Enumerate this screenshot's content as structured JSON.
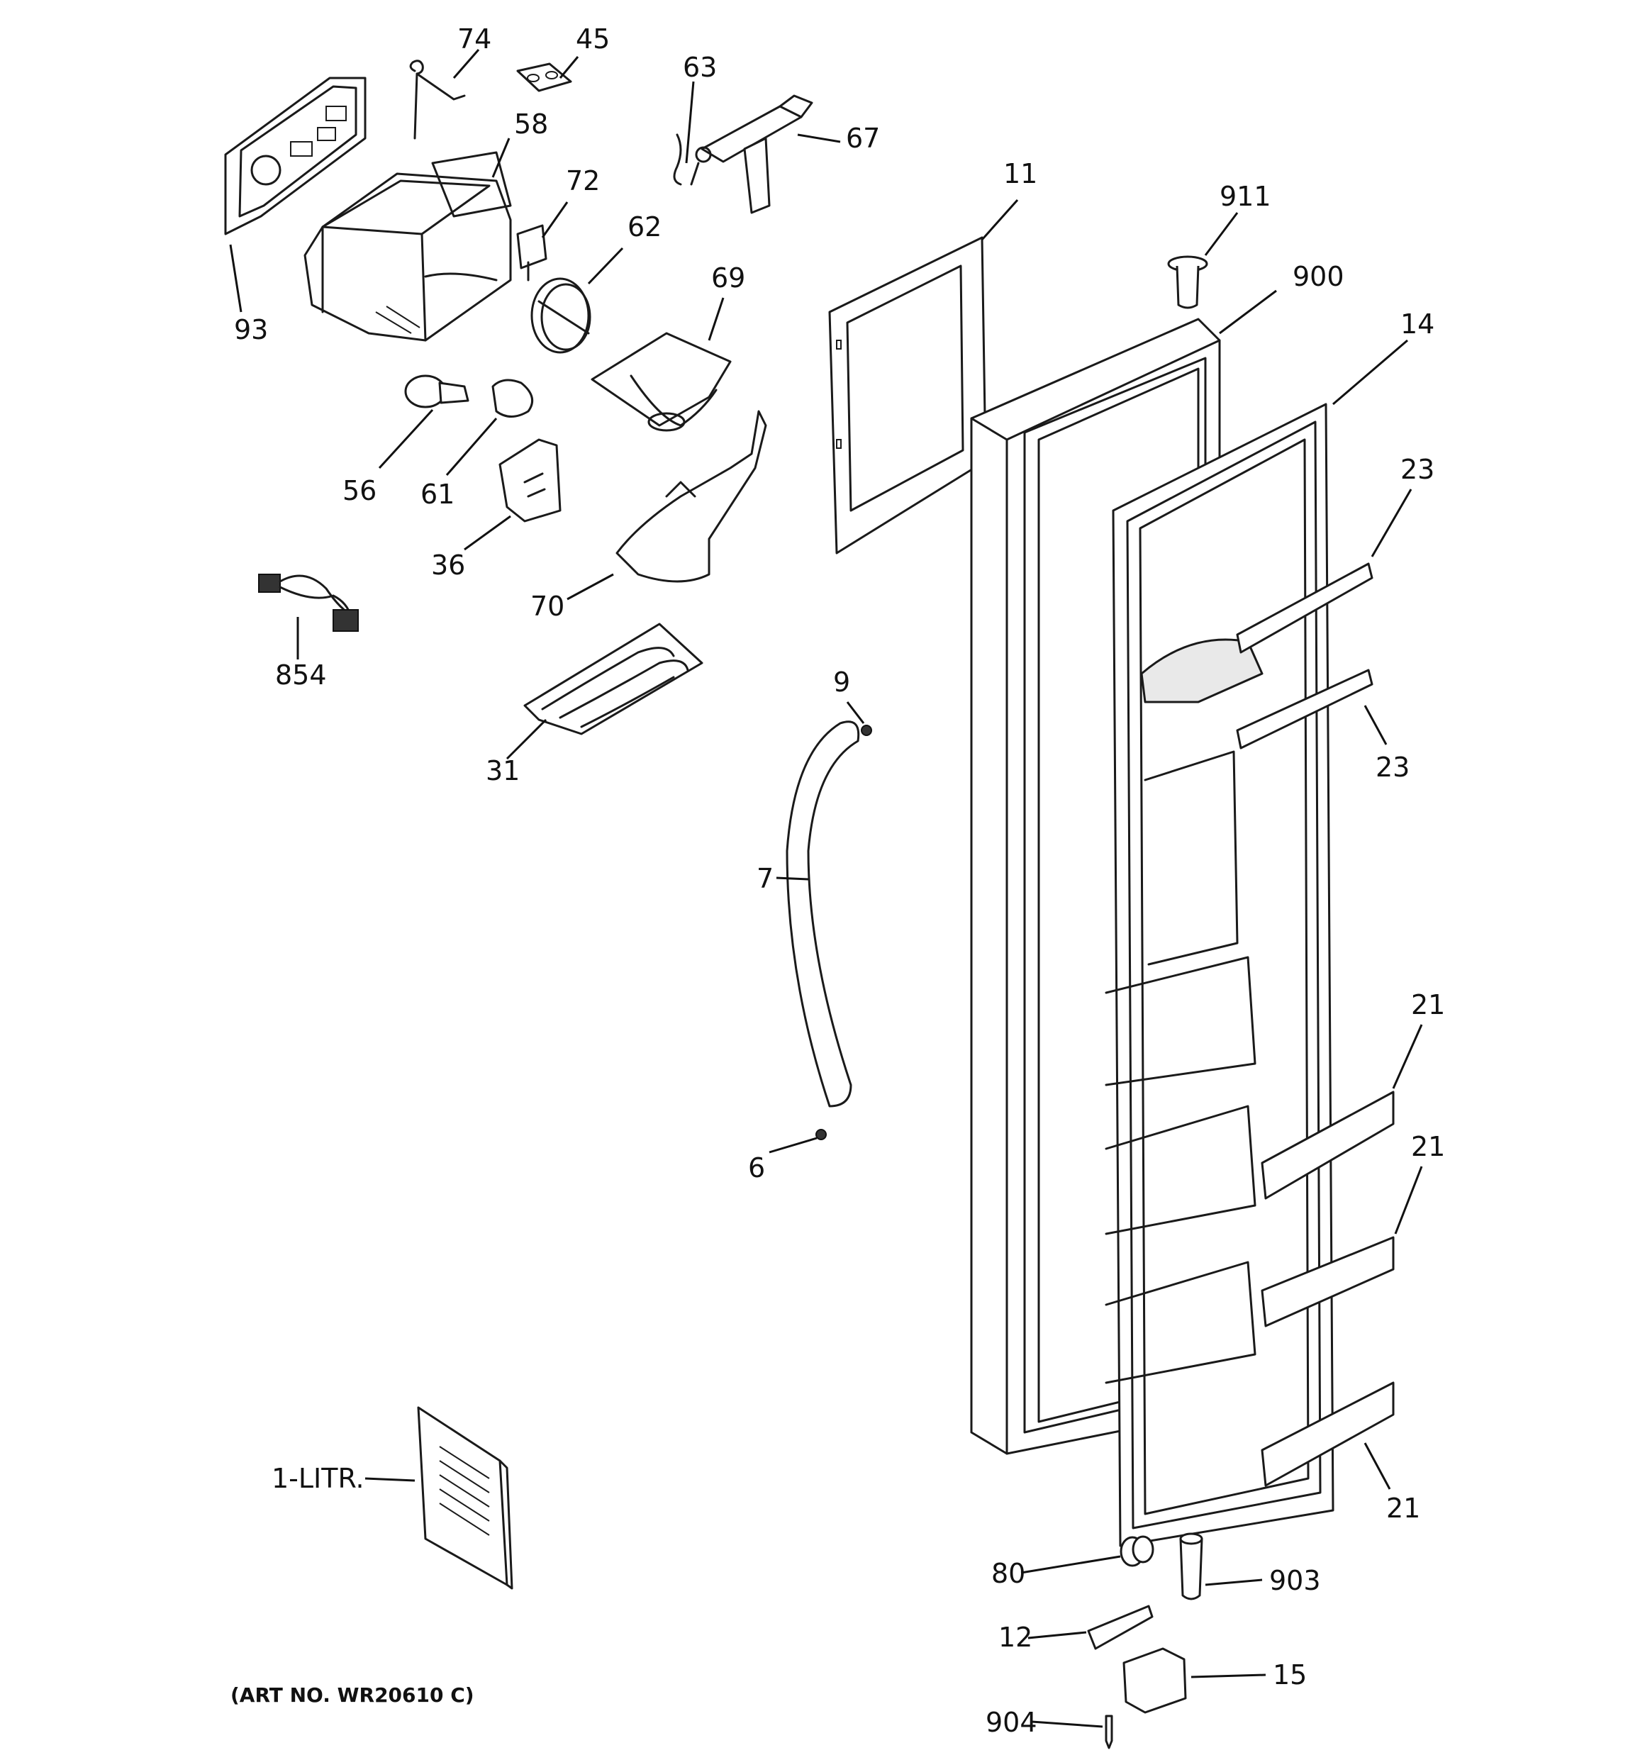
{
  "labels": {
    "p74": "74",
    "p45": "45",
    "p63": "63",
    "p67": "67",
    "p58": "58",
    "p72": "72",
    "p62": "62",
    "p69": "69",
    "p93": "93",
    "p56": "56",
    "p61": "61",
    "p36": "36",
    "p70": "70",
    "p854": "854",
    "p31": "31",
    "p9": "9",
    "p7": "7",
    "p6": "6",
    "p11": "11",
    "p911": "911",
    "p900": "900",
    "p14": "14",
    "p23a": "23",
    "p23b": "23",
    "p21a": "21",
    "p21b": "21",
    "p21c": "21",
    "p1litr": "1-LITR.",
    "p80": "80",
    "p903": "903",
    "p12": "12",
    "p15": "15",
    "p904": "904"
  },
  "art_number": "(ART NO. WR20610 C)"
}
